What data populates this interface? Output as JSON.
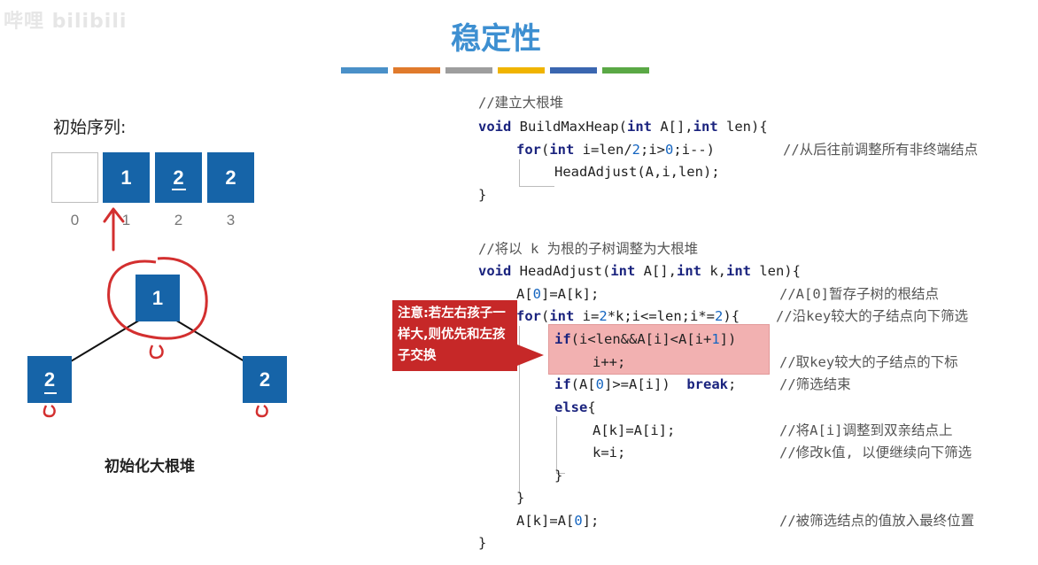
{
  "watermark": "哔哩 bilibili",
  "slide": {
    "title": "稳定性",
    "stripes": [
      "#4a90c8",
      "#e07a2c",
      "#9e9e9e",
      "#f0b400",
      "#3a66b0",
      "#5aa845"
    ]
  },
  "array": {
    "label": "初始序列:",
    "cells": [
      "",
      "1",
      "2",
      "2"
    ],
    "indices": [
      "0",
      "1",
      "2",
      "3"
    ]
  },
  "tree": {
    "root": "1",
    "left": "2",
    "right": "2",
    "caption": "初始化大根堆"
  },
  "callout": {
    "text": "注意:若左右孩子一样大,则优先和左孩子交换"
  },
  "code": {
    "c1": "//建立大根堆",
    "c2": "//从后往前调整所有非终端结点",
    "c3": "//将以 k 为根的子树调整为大根堆",
    "c4": "//A[0]暂存子树的根结点",
    "c5": "//沿key较大的子结点向下筛选",
    "c6": "//取key较大的子结点的下标",
    "c7": "//筛选结束",
    "c8": "//将A[i]调整到双亲结点上",
    "c9": "//修改k值, 以便继续向下筛选",
    "c10": "//被筛选结点的值放入最终位置"
  },
  "colors": {
    "accent": "#3d8fd1",
    "node": "#1664a8",
    "callout": "#c62828",
    "highlight": "#f2b1b1",
    "annotation_red": "#d32f2f"
  }
}
